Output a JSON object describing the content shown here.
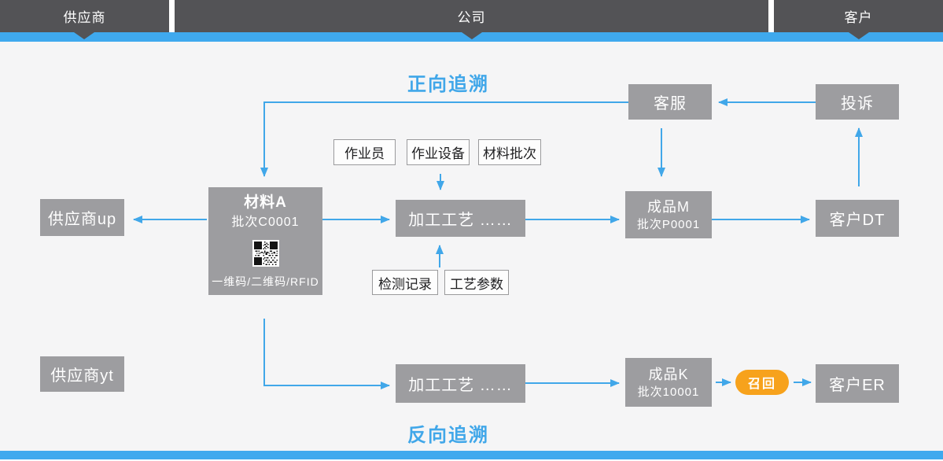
{
  "header": {
    "supplier": "供应商",
    "company": "公司",
    "customer": "客户"
  },
  "titles": {
    "forward": "正向追溯",
    "backward": "反向追溯"
  },
  "nodes": {
    "customer_service": "客服",
    "complaint": "投诉",
    "operator": "作业员",
    "equipment": "作业设备",
    "material_batch": "材料批次",
    "material_a": {
      "title": "材料A",
      "batch": "批次C0001",
      "code_types": "一维码/二维码/RFID"
    },
    "supplier_up": "供应商up",
    "process_1": "加工工艺 ……",
    "product_m": {
      "title": "成品M",
      "batch": "批次P0001"
    },
    "customer_dt": "客户DT",
    "inspection_record": "检测记录",
    "process_params": "工艺参数",
    "supplier_yt": "供应商yt",
    "process_2": "加工工艺 ……",
    "product_k": {
      "title": "成品K",
      "batch": "批次10001"
    },
    "recall": "召回",
    "customer_er": "客户ER"
  },
  "icons": {
    "qr": "qr-code-icon"
  },
  "colors": {
    "accent_blue": "#3fa9ee",
    "arrow_blue": "#41a7e9",
    "header_dark": "#535356",
    "node_gray": "#9d9da0",
    "recall_orange": "#f7a21c",
    "background": "#f5f5f6"
  }
}
